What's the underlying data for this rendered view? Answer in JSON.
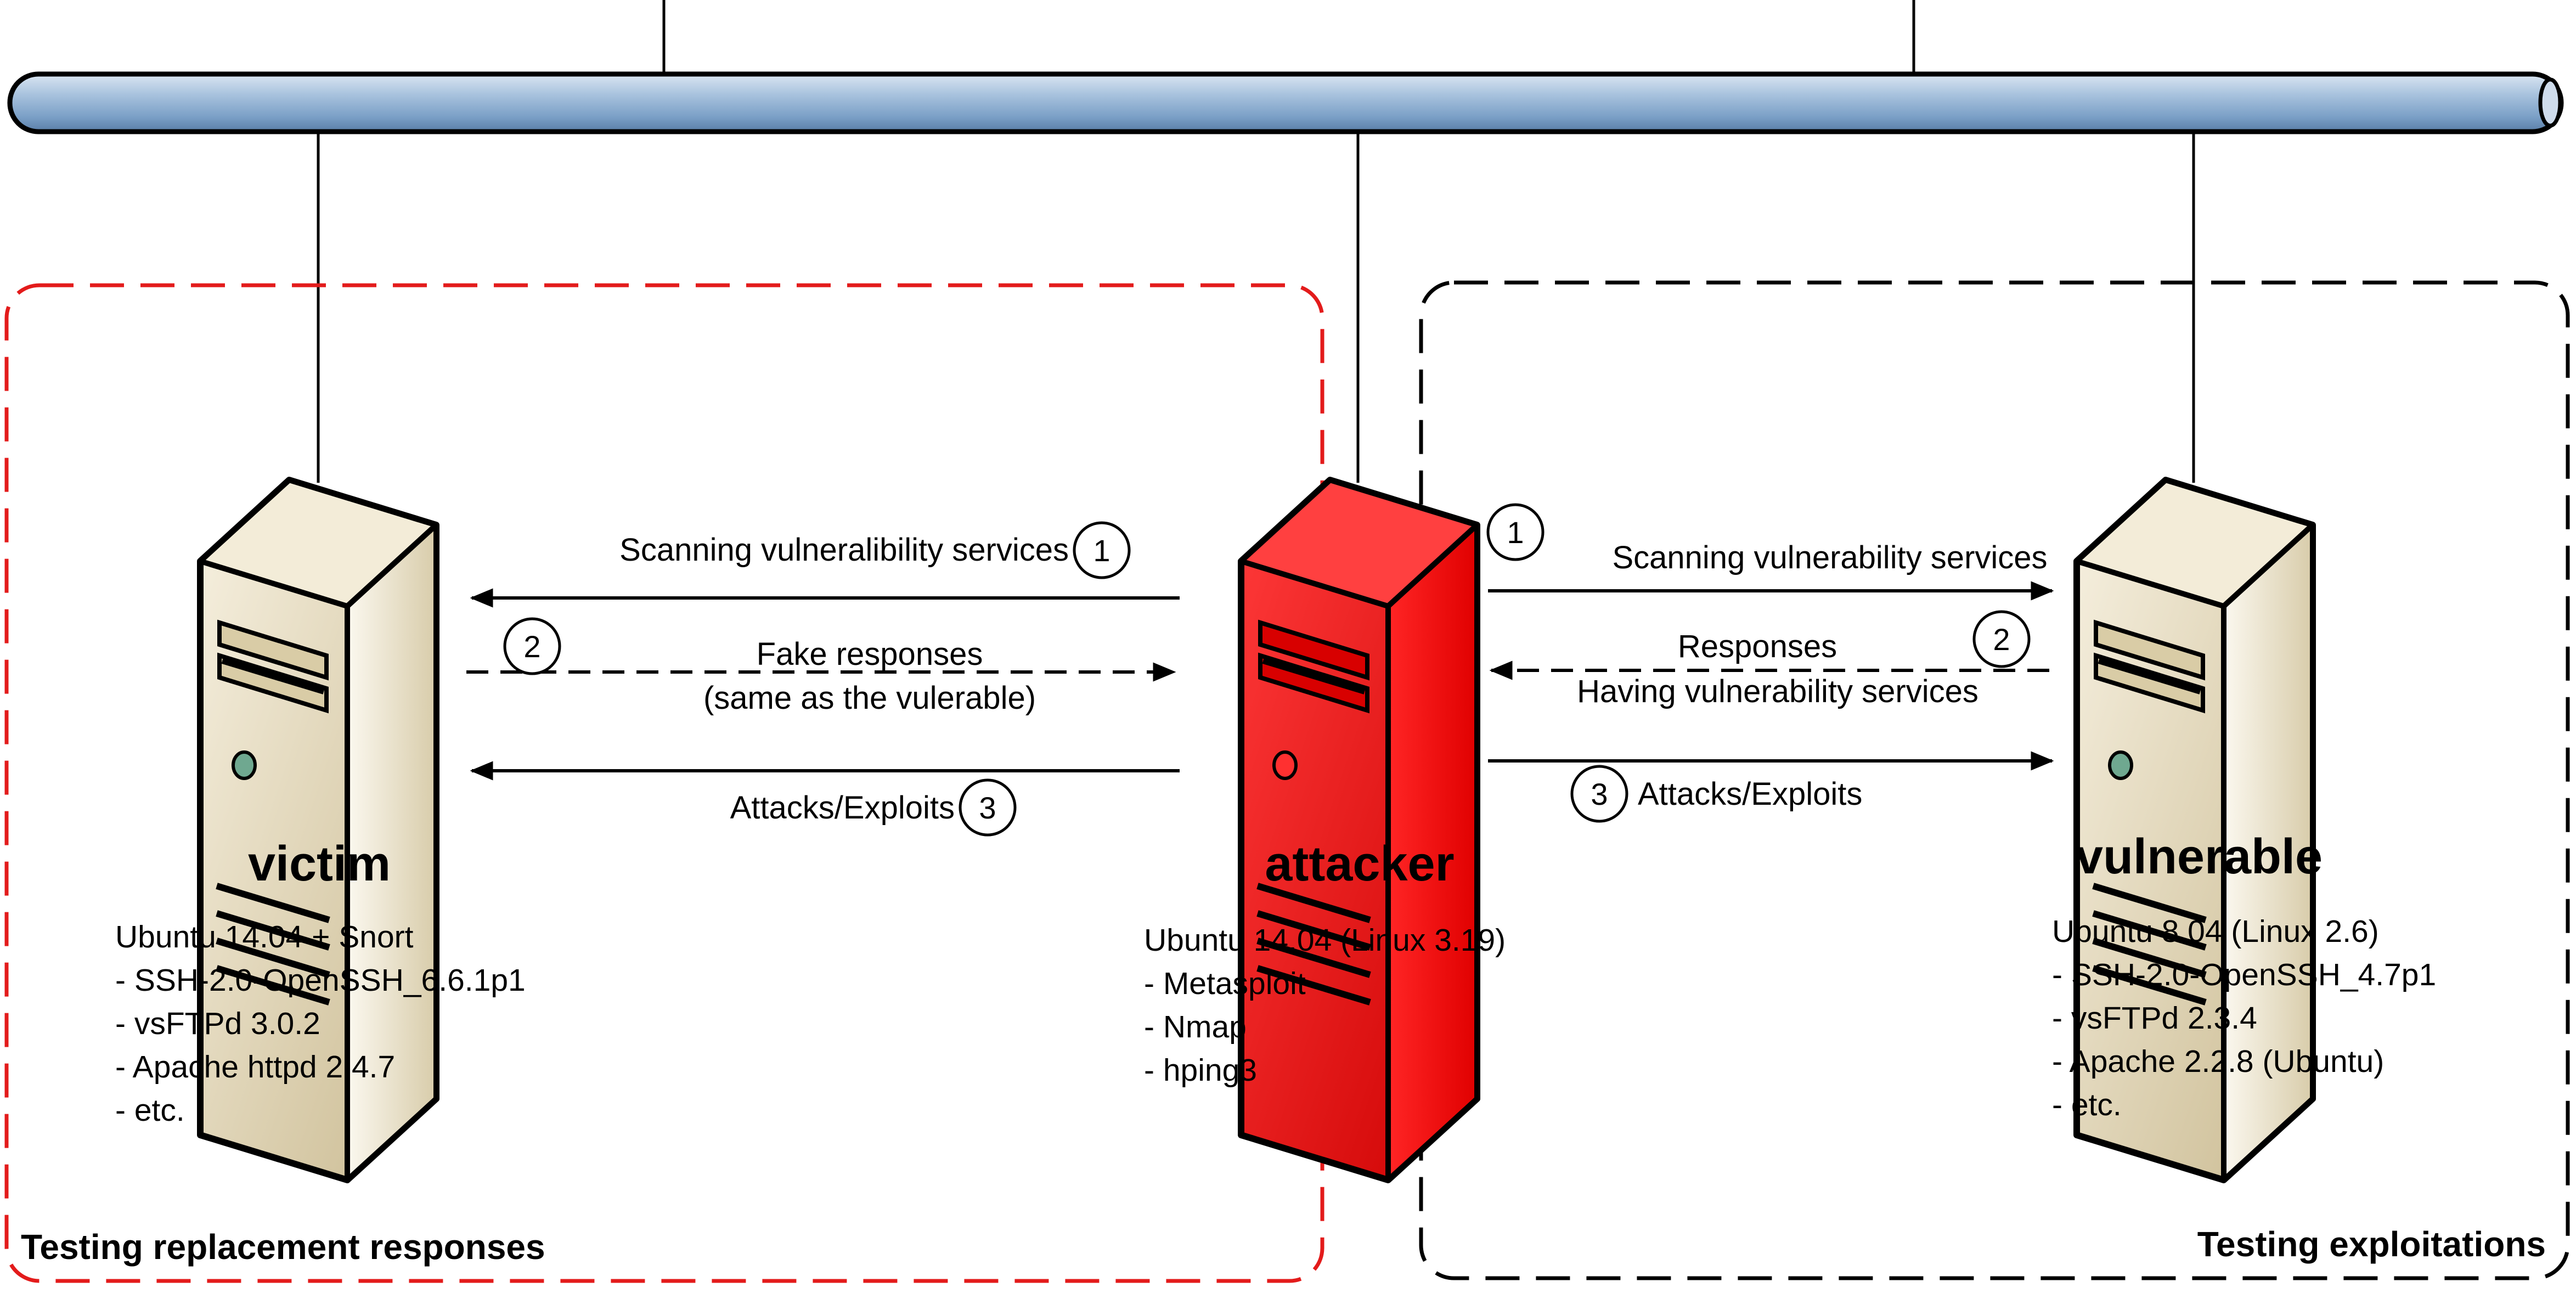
{
  "hosts": {
    "victim": {
      "name": "victim",
      "specs": [
        "Ubuntu 14.04 + Snort",
        "- SSH-2.0-OpenSSH_6.6.1p1",
        "- vsFTPd 3.0.2",
        "- Apache httpd 2.4.7",
        "- etc."
      ],
      "body_color": "#e6dbc0"
    },
    "attacker": {
      "name": "attacker",
      "specs": [
        "Ubuntu 14.04 (Linux 3.19)",
        "- Metasploit",
        "- Nmap",
        "- hping3"
      ],
      "body_color": "#ee1c1c"
    },
    "vulnerable": {
      "name": "vulnerable",
      "specs": [
        "Ubuntu 8.04 (Linux 2.6)",
        "- SSH-2.0-OpenSSH_4.7p1",
        "- vsFTPd 2.3.4",
        "- Apache 2.2.8 (Ubuntu)",
        "- etc."
      ],
      "body_color": "#e6dbc0"
    }
  },
  "boxes": {
    "left": {
      "label": "Testing replacement responses",
      "color": "#e31b1b"
    },
    "right": {
      "label": "Testing exploitations",
      "color": "#000000"
    }
  },
  "left_flow": {
    "step1": {
      "num": "1",
      "text": "Scanning vulneralibility services"
    },
    "step2": {
      "num": "2",
      "text": "Fake responses",
      "text2": "(same as the vulerable)"
    },
    "step3": {
      "num": "3",
      "text": "Attacks/Exploits"
    }
  },
  "right_flow": {
    "step1": {
      "num": "1",
      "text": "Scanning vulnerability services"
    },
    "step2": {
      "num": "2",
      "text": "Responses",
      "text2": "Having vulnerability services"
    },
    "step3": {
      "num": "3",
      "text": "Attacks/Exploits"
    }
  },
  "colors": {
    "bus": "#8fb0d2",
    "bus_dark": "#5f86b0",
    "outline": "#000000"
  }
}
